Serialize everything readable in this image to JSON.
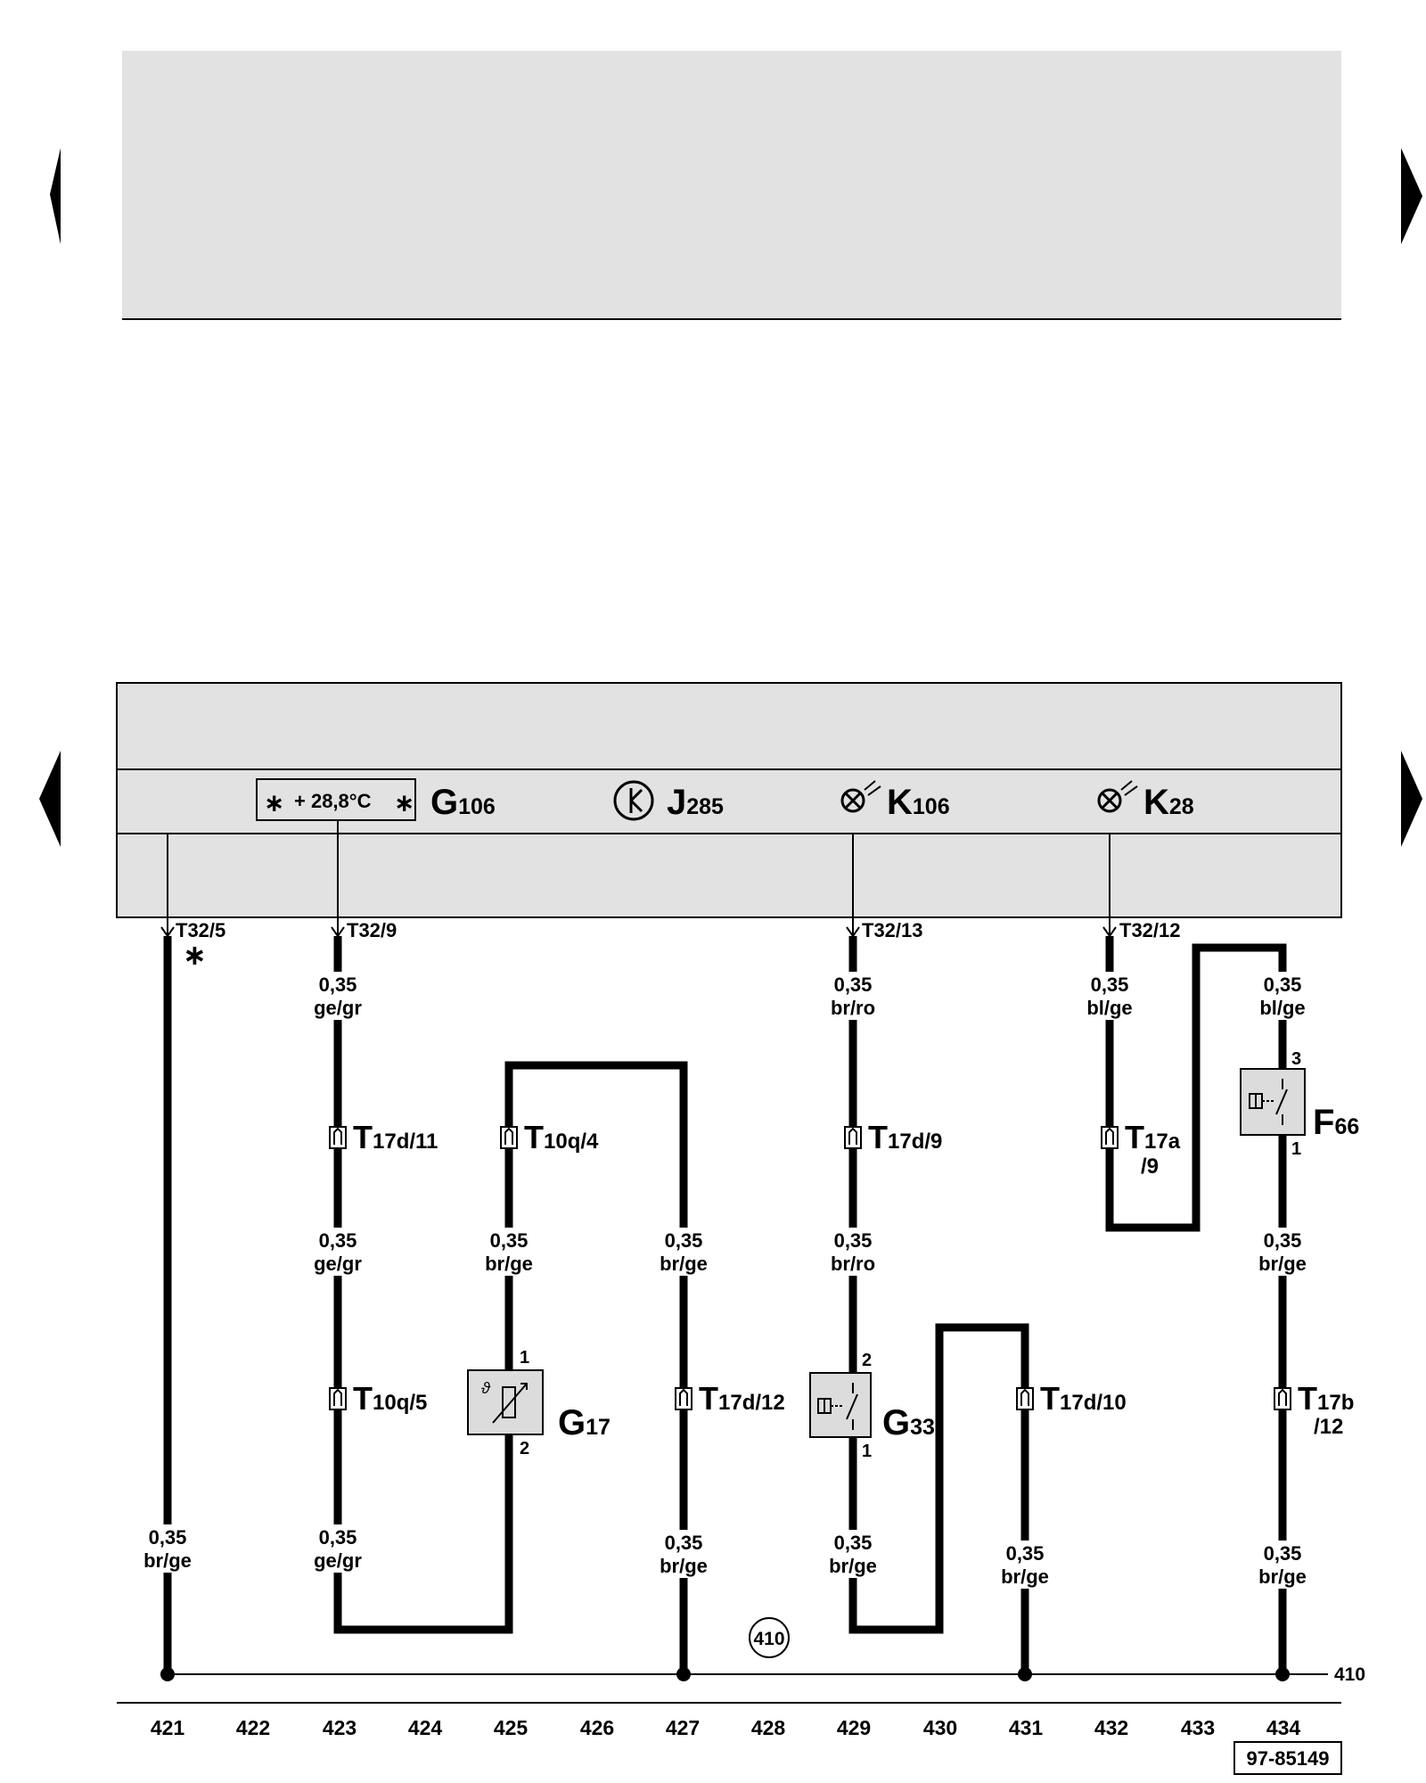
{
  "colors": {
    "panel": "#e2e2e2",
    "box": "#dcdcdc",
    "ink": "#000000"
  },
  "display": {
    "value": "+ 28,8°C",
    "star": "∗"
  },
  "components": [
    {
      "id": "g106",
      "main": "G",
      "sub": "106"
    },
    {
      "id": "j285",
      "main": "J",
      "sub": "285"
    },
    {
      "id": "k106",
      "main": "K",
      "sub": "106"
    },
    {
      "id": "k28",
      "main": "K",
      "sub": "28"
    },
    {
      "id": "f66",
      "main": "F",
      "sub": "66"
    },
    {
      "id": "g17",
      "main": "G",
      "sub": "17"
    },
    {
      "id": "g33",
      "main": "G",
      "sub": "33"
    }
  ],
  "pin_labels": [
    {
      "id": "t32-5",
      "text": "T32/5"
    },
    {
      "id": "t32-9",
      "text": "T32/9"
    },
    {
      "id": "t32-13",
      "text": "T32/13"
    },
    {
      "id": "t32-12",
      "text": "T32/12"
    }
  ],
  "footnote_star": "∗",
  "connectors": [
    {
      "id": "t17d-11",
      "main": "T",
      "sub": "17d/11"
    },
    {
      "id": "t10q-4",
      "main": "T",
      "sub": "10q/4"
    },
    {
      "id": "t17d-9",
      "main": "T",
      "sub": "17d/9"
    },
    {
      "id": "t17a-9",
      "main": "T",
      "sub": "17a",
      "sub2": "/9"
    },
    {
      "id": "t10q-5",
      "main": "T",
      "sub": "10q/5"
    },
    {
      "id": "t17d-12",
      "main": "T",
      "sub": "17d/12"
    },
    {
      "id": "t17d-10",
      "main": "T",
      "sub": "17d/10"
    },
    {
      "id": "t17b-12",
      "main": "T",
      "sub": "17b",
      "sub2": "/12"
    }
  ],
  "wires": [
    {
      "id": "w1",
      "size": "0,35",
      "color": "ge/gr"
    },
    {
      "id": "w2",
      "size": "0,35",
      "color": "br/ro"
    },
    {
      "id": "w3",
      "size": "0,35",
      "color": "bl/ge"
    },
    {
      "id": "w4",
      "size": "0,35",
      "color": "bl/ge"
    },
    {
      "id": "w5",
      "size": "0,35",
      "color": "ge/gr"
    },
    {
      "id": "w6",
      "size": "0,35",
      "color": "br/ge"
    },
    {
      "id": "w7",
      "size": "0,35",
      "color": "br/ge"
    },
    {
      "id": "w8",
      "size": "0,35",
      "color": "br/ro"
    },
    {
      "id": "w9",
      "size": "0,35",
      "color": "br/ge"
    },
    {
      "id": "w10",
      "size": "0,35",
      "color": "br/ge"
    },
    {
      "id": "w11",
      "size": "0,35",
      "color": "ge/gr"
    },
    {
      "id": "w12",
      "size": "0,35",
      "color": "br/ge"
    },
    {
      "id": "w13",
      "size": "0,35",
      "color": "br/ge"
    },
    {
      "id": "w14",
      "size": "0,35",
      "color": "br/ge"
    },
    {
      "id": "w15",
      "size": "0,35",
      "color": "br/ge"
    }
  ],
  "terminals": {
    "f66_top": "3",
    "f66_bottom": "1",
    "g17_top": "1",
    "g17_bottom": "2",
    "g33_top": "2",
    "g33_bottom": "1"
  },
  "ground": {
    "circle": "410",
    "line_label": "410"
  },
  "columns": [
    "421",
    "422",
    "423",
    "424",
    "425",
    "426",
    "427",
    "428",
    "429",
    "430",
    "431",
    "432",
    "433",
    "434"
  ],
  "reference": "97-85149"
}
